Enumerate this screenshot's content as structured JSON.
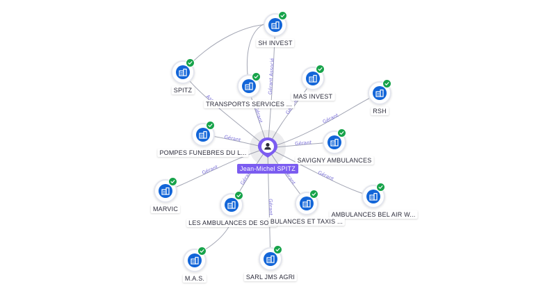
{
  "center": {
    "name": "Jean-Michel SPITZ"
  },
  "companies": [
    {
      "id": "sh-invest",
      "name": "SH INVEST",
      "relation": "Gérant Associé"
    },
    {
      "id": "spitz",
      "name": "SPITZ",
      "relation": "Associé"
    },
    {
      "id": "transports-services",
      "name": "TRANSPORTS SERVICES ...",
      "relation": "Gérant"
    },
    {
      "id": "mas-invest",
      "name": "MAS INVEST",
      "relation": "Gérant"
    },
    {
      "id": "rsh",
      "name": "RSH",
      "relation": "Gérant"
    },
    {
      "id": "pompes-funebres",
      "name": "POMPES FUNEBRES DU L...",
      "relation": "Gérant"
    },
    {
      "id": "savigny-ambulances",
      "name": "SAVIGNY AMBULANCES",
      "relation": "Gérant"
    },
    {
      "id": "marvic",
      "name": "MARVIC",
      "relation": "Gérant"
    },
    {
      "id": "ambulances-bel-air",
      "name": "AMBULANCES BEL AIR W...",
      "relation": "Gérant"
    },
    {
      "id": "les-ambulances",
      "name": "LES AMBULANCES DE SO...",
      "relation": "Gérant"
    },
    {
      "id": "ambulances-taxis",
      "name": "BULANCES ET TAXIS ...",
      "relation": "Gérant"
    },
    {
      "id": "mas",
      "name": "M.A.S.",
      "relation": ""
    },
    {
      "id": "sarl-jms-agri",
      "name": "SARL JMS AGRI",
      "relation": "Gérant"
    }
  ],
  "colors": {
    "company": "#1265d8",
    "verified": "#17a34a",
    "person": "#7b5cf0",
    "edge": "#a3a6b4",
    "edge_label": "#7a6fd8"
  },
  "icons": {
    "company": "building-icon",
    "verified": "check-icon",
    "person": "person-icon"
  }
}
